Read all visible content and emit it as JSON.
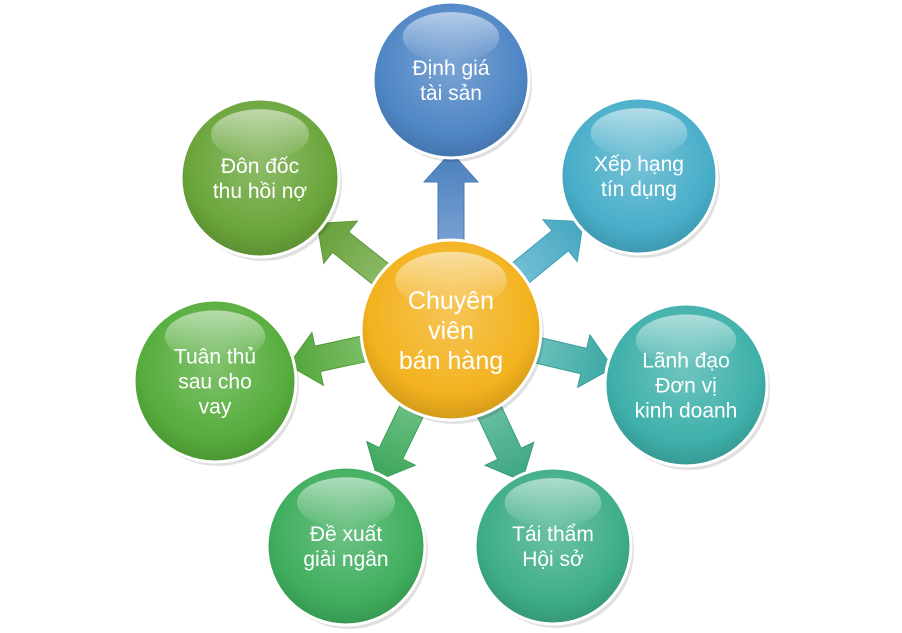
{
  "center": {
    "lines": [
      "Chuyên",
      "viên",
      "bán hàng"
    ],
    "color": "#f3b21e"
  },
  "nodes": [
    {
      "id": "dinh-gia-tai-san",
      "lines": [
        "Định giá",
        "tài sản"
      ],
      "color": "#4f86c6"
    },
    {
      "id": "xep-hang-tin-dung",
      "lines": [
        "Xếp hạng",
        "tín dụng"
      ],
      "color": "#48aec9"
    },
    {
      "id": "lanh-dao-don-vi-kinh-doanh",
      "lines": [
        "Lãnh đạo",
        "Đơn vị",
        "kinh doanh"
      ],
      "color": "#3fb0aa"
    },
    {
      "id": "tai-tham-hoi-so",
      "lines": [
        "Tái thẩm",
        "Hội sở"
      ],
      "color": "#3ead8a"
    },
    {
      "id": "de-xuat-giai-ngan",
      "lines": [
        "Đề xuất",
        "giải ngân"
      ],
      "color": "#3fae5e"
    },
    {
      "id": "tuan-thu-sau-cho-vay",
      "lines": [
        "Tuân thủ",
        "sau cho",
        "vay"
      ],
      "color": "#56ad3c"
    },
    {
      "id": "don-doc-thu-hoi-no",
      "lines": [
        "Đôn đốc",
        "thu hồi nợ"
      ],
      "color": "#6aa53a"
    }
  ]
}
